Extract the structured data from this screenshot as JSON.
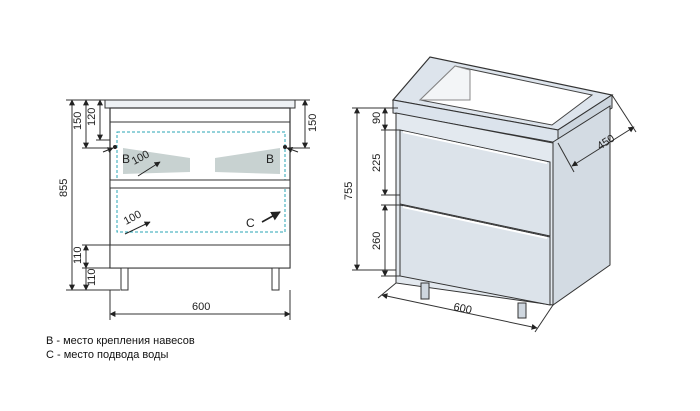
{
  "front_view": {
    "dims": {
      "h_855": "855",
      "h_150_top": "150",
      "h_120": "120",
      "h_150_right": "150",
      "h_110_a": "110",
      "h_110_b": "110",
      "w_600": "600",
      "d_100_a": "100",
      "d_100_b": "100"
    },
    "marks": {
      "b_left": "B",
      "b_right": "B",
      "c": "C"
    }
  },
  "iso_view": {
    "dims": {
      "h_755": "755",
      "h_90": "90",
      "h_225": "225",
      "h_260": "260",
      "d_450": "450",
      "w_600": "600"
    }
  },
  "legend": {
    "line1": "B - место крепления навесов",
    "line2": "C - место подвода воды"
  },
  "colors": {
    "panel": "#dbe3ec",
    "shade": "#c5d0cf",
    "outline": "#333333",
    "water": "#2aa6b6"
  }
}
